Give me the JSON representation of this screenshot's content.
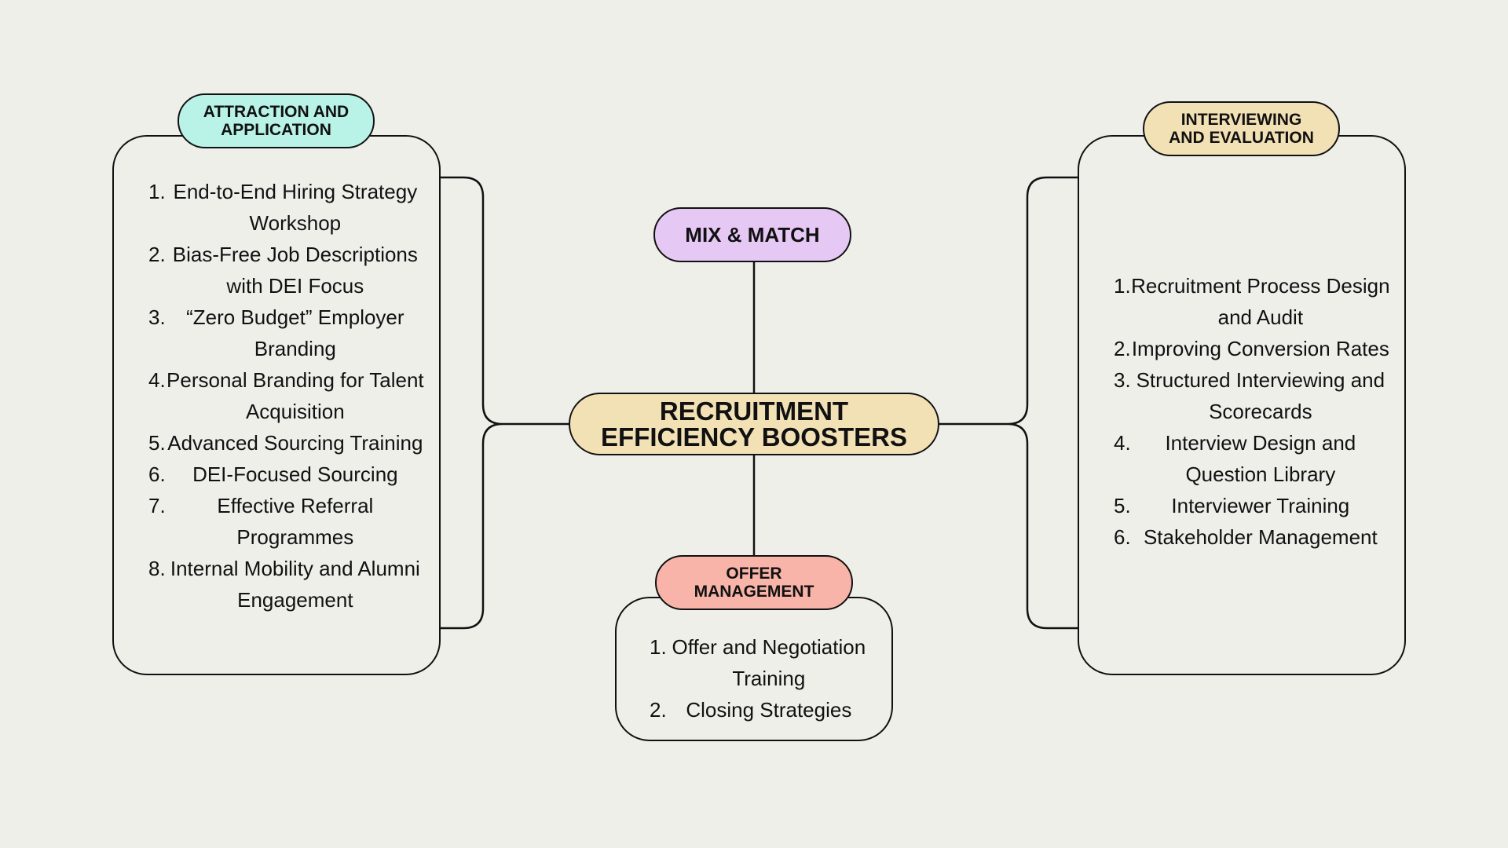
{
  "center": {
    "line1": "RECRUITMENT",
    "line2": "EFFICIENCY BOOSTERS",
    "color": "#f3e1b6"
  },
  "mix": {
    "label": "MIX & MATCH",
    "color": "#e6c8f5"
  },
  "left": {
    "title_line1": "ATTRACTION AND",
    "title_line2": "APPLICATION",
    "color": "#b9f3e8",
    "items": [
      {
        "num": "1.",
        "text": "End-to-End Hiring Strategy Workshop"
      },
      {
        "num": "2.",
        "text": "Bias-Free Job Descriptions with DEI Focus"
      },
      {
        "num": "3.",
        "text": "“Zero Budget” Employer Branding"
      },
      {
        "num": "4.",
        "text": "Personal Branding for Talent Acquisition"
      },
      {
        "num": "5.",
        "text": "Advanced Sourcing Training"
      },
      {
        "num": "6.",
        "text": "DEI-Focused Sourcing"
      },
      {
        "num": "7.",
        "text": "Effective Referral Programmes"
      },
      {
        "num": "8.",
        "text": "Internal Mobility and Alumni Engagement"
      }
    ]
  },
  "right": {
    "title_line1": "INTERVIEWING",
    "title_line2": "AND EVALUATION",
    "color": "#f3e1b6",
    "items": [
      {
        "num": "1.",
        "text": "Recruitment Process Design and Audit"
      },
      {
        "num": "2.",
        "text": "Improving Conversion Rates"
      },
      {
        "num": "3.",
        "text": "Structured Interviewing and Scorecards"
      },
      {
        "num": "4.",
        "text": "Interview Design and Question Library"
      },
      {
        "num": "5.",
        "text": "Interviewer Training"
      },
      {
        "num": "6.",
        "text": "Stakeholder Management"
      }
    ]
  },
  "bottom": {
    "title_line1": "OFFER",
    "title_line2": "MANAGEMENT",
    "color": "#f8b4a8",
    "items": [
      {
        "num": "1.",
        "text": "Offer and Negotiation Training"
      },
      {
        "num": "2.",
        "text": "Closing Strategies"
      }
    ]
  }
}
